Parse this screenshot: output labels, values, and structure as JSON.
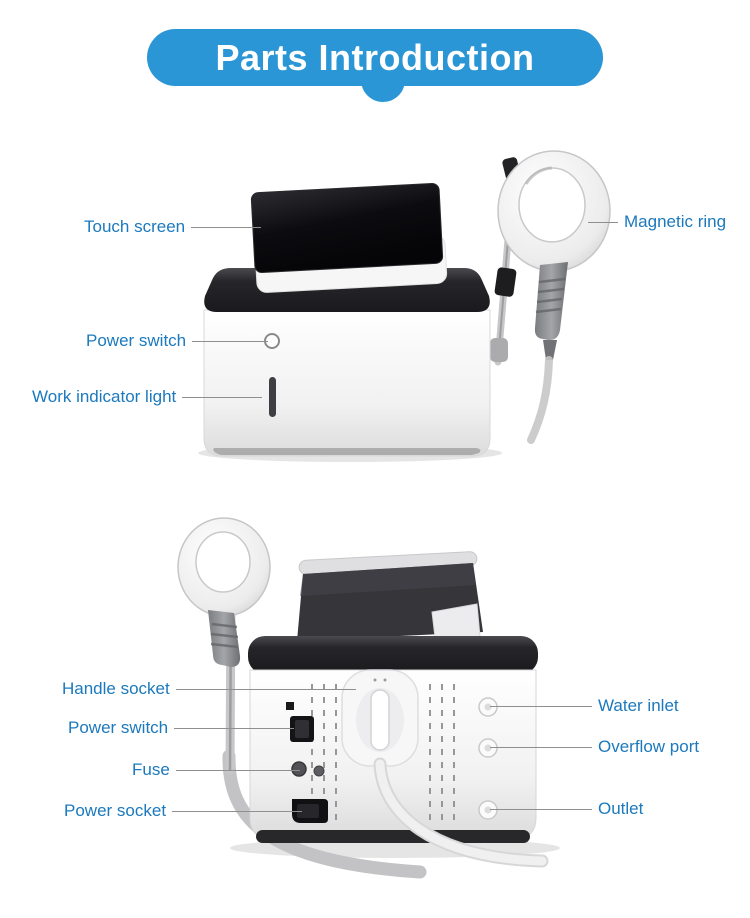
{
  "banner": {
    "title": "Parts Introduction"
  },
  "colors": {
    "accent": "#2a96d5",
    "label_text": "#1b79bd",
    "leader_line": "#8f8f8f",
    "background": "#ffffff"
  },
  "front_view": {
    "labels": {
      "touch_screen": "Touch screen",
      "magnetic_ring": "Magnetic ring",
      "power_switch": "Power switch",
      "work_indicator_light": "Work indicator light"
    }
  },
  "rear_view": {
    "labels": {
      "handle_socket": "Handle socket",
      "power_switch": "Power switch",
      "fuse": "Fuse",
      "power_socket": "Power socket",
      "water_inlet": "Water inlet",
      "overflow_port": "Overflow port",
      "outlet": "Outlet"
    }
  }
}
